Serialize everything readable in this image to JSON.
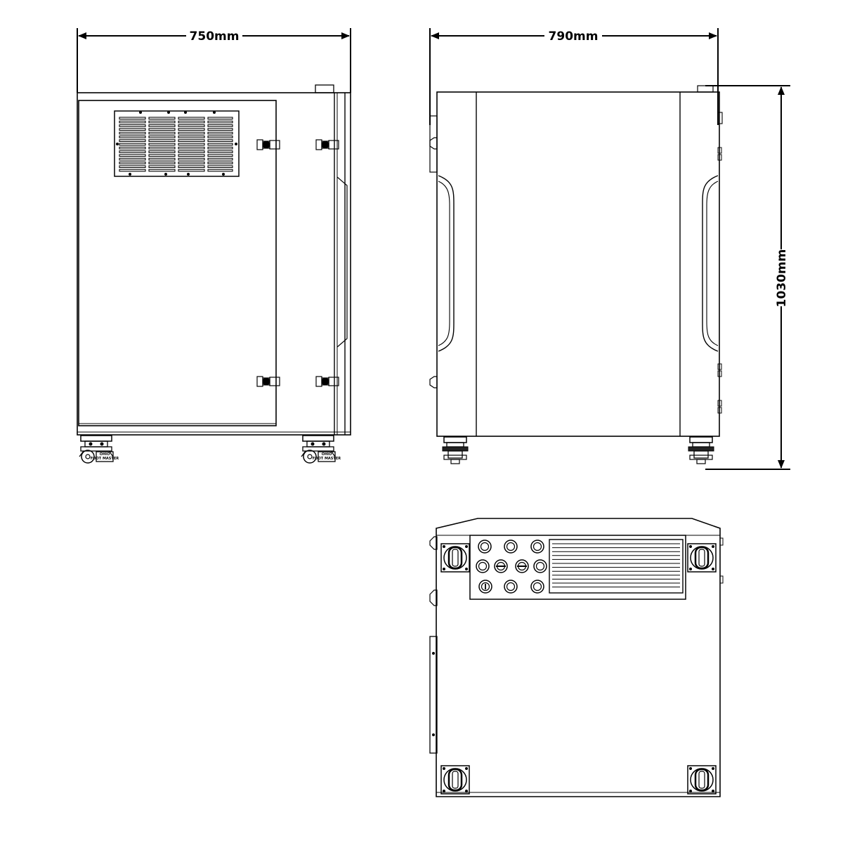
{
  "dimensions": {
    "width_front": "750mm",
    "width_side": "790mm",
    "height": "1030mm"
  },
  "caster_label_line1": "OHIO",
  "caster_label_line2": "FOOT MASTER",
  "colors": {
    "line": "#000000",
    "background": "#ffffff"
  }
}
